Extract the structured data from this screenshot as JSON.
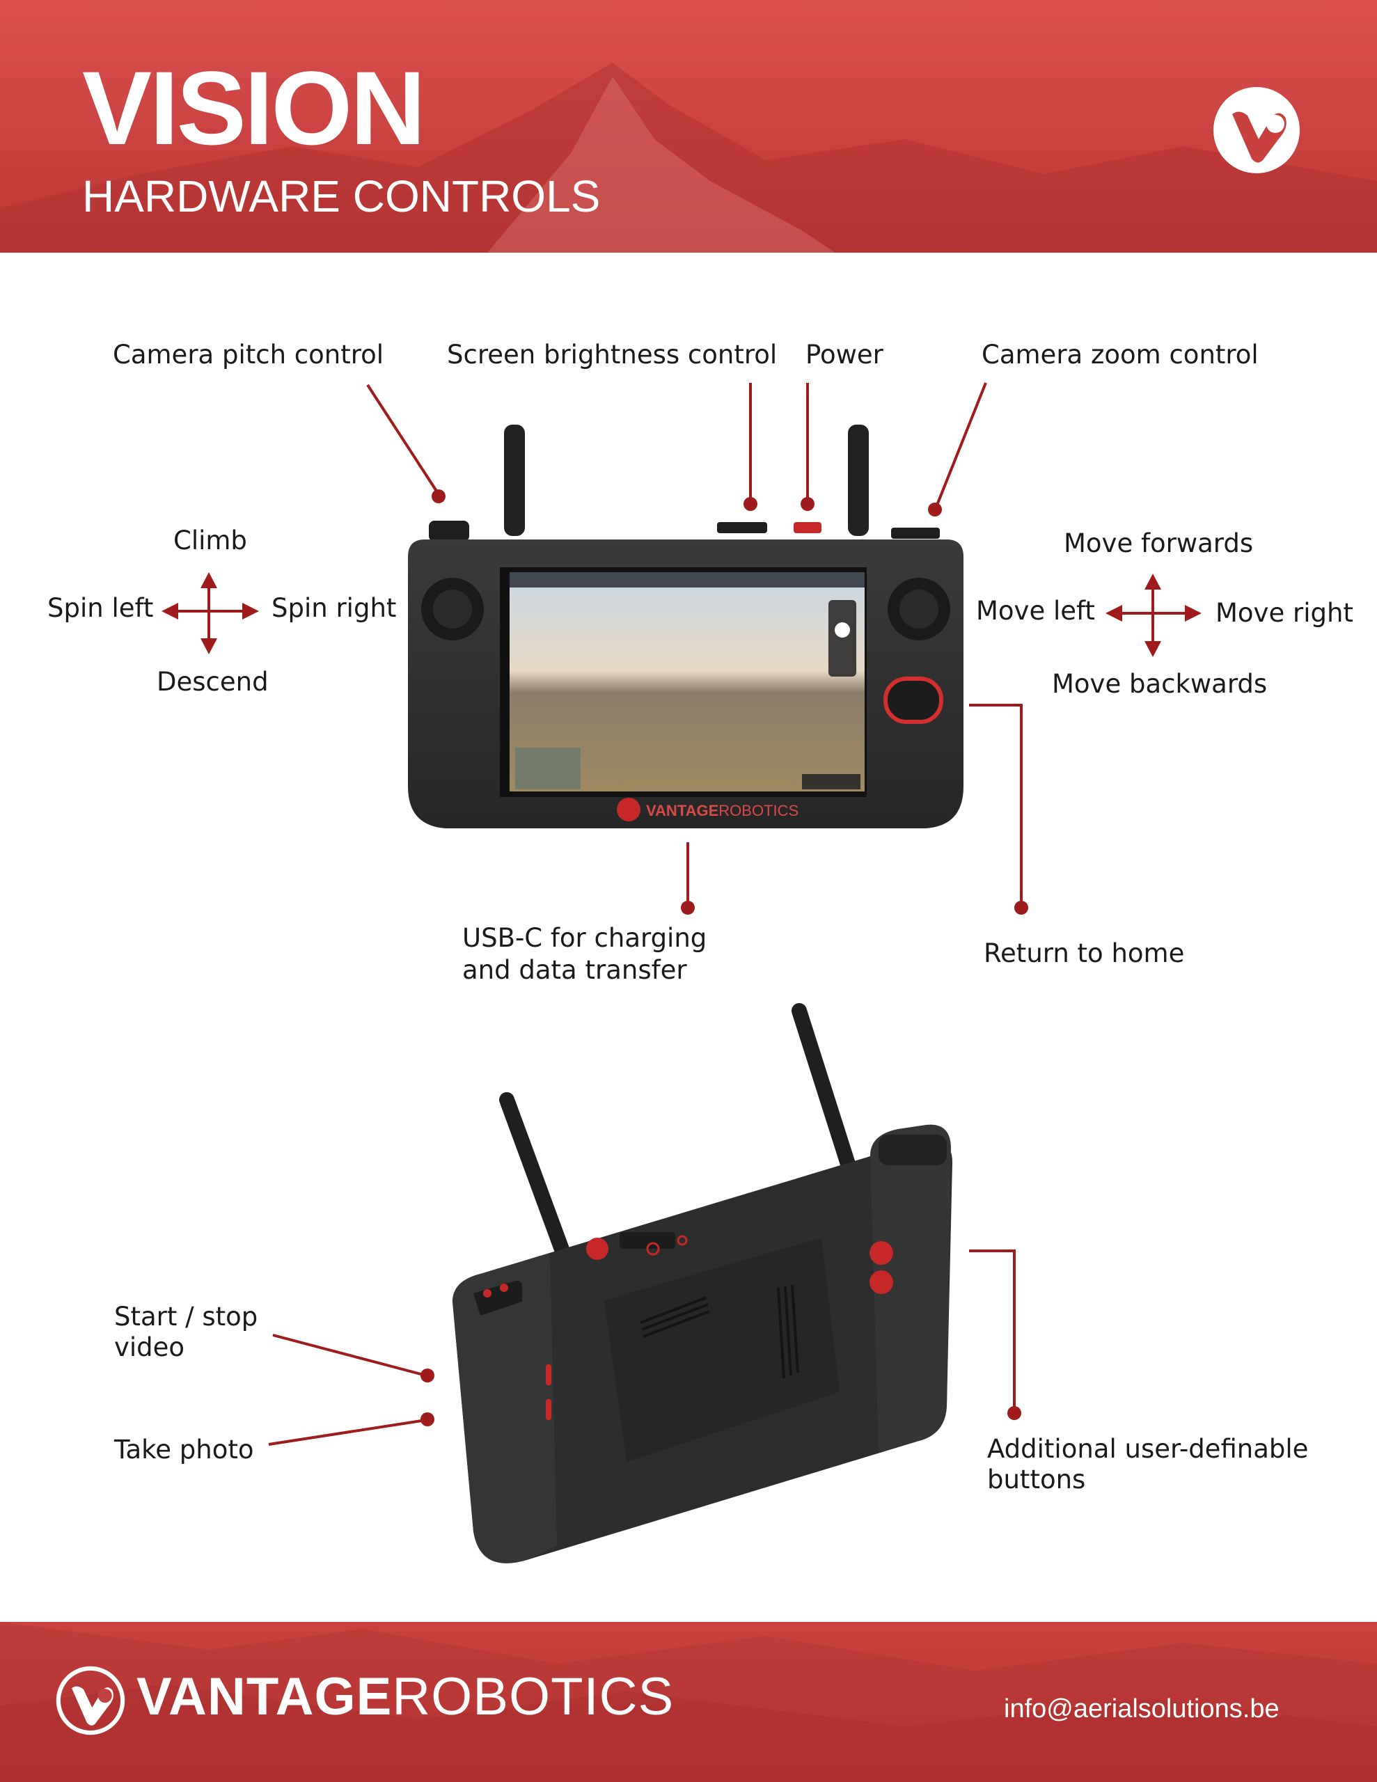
{
  "header": {
    "title": "VISION",
    "subtitle": "HARDWARE CONTROLS"
  },
  "labels": {
    "camera_pitch": "Camera pitch control",
    "screen_brightness": "Screen brightness control",
    "power": "Power",
    "camera_zoom": "Camera zoom control",
    "climb": "Climb",
    "spin_left": "Spin left",
    "spin_right": "Spin right",
    "descend": "Descend",
    "move_forwards": "Move forwards",
    "move_left": "Move left",
    "move_right": "Move right",
    "move_backwards": "Move backwards",
    "usbc_line1": "USB-C for charging",
    "usbc_line2": "and data transfer",
    "return_home": "Return to home",
    "start_stop_line1": "Start / stop",
    "start_stop_line2": "video",
    "take_photo": "Take photo",
    "additional_line1": "Additional user-definable",
    "additional_line2": "buttons"
  },
  "device": {
    "screen_brand_bold": "VANTAGE",
    "screen_brand_light": "ROBOTICS"
  },
  "footer": {
    "brand_bold": "VANTAGE",
    "brand_light": "ROBOTICS",
    "email": "info@aerialsolutions.be"
  },
  "colors": {
    "brand_red": "#c9413f",
    "callout_red": "#a01c1c",
    "device_body": "#2f2f2f"
  }
}
